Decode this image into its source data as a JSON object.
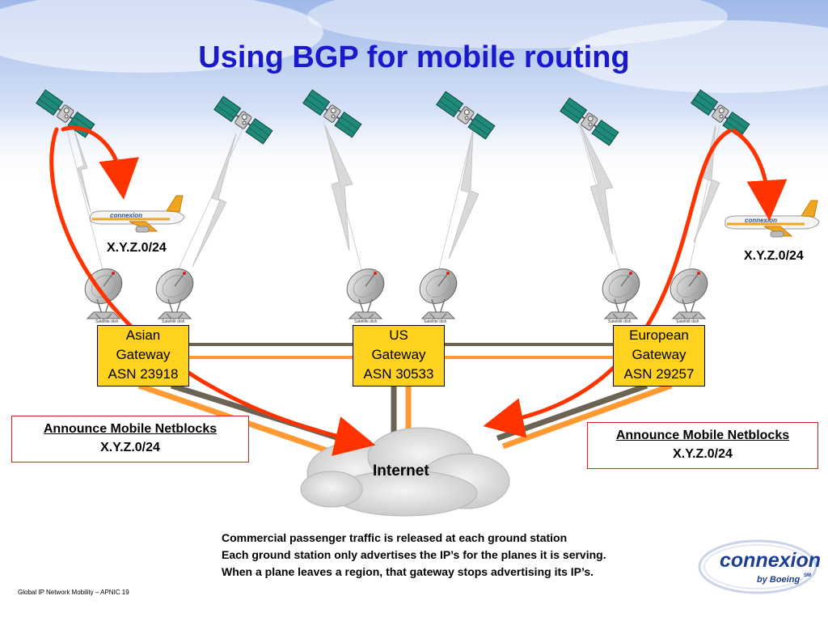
{
  "slide": {
    "title": "Using BGP for mobile routing",
    "footer": "Global IP Network Mobility – APNIC 19"
  },
  "gateways": [
    {
      "name": "Asian",
      "type": "Gateway",
      "asn": "ASN 23918"
    },
    {
      "name": "US",
      "type": "Gateway",
      "asn": "ASN 30533"
    },
    {
      "name": "European",
      "type": "Gateway",
      "asn": "ASN 29257"
    }
  ],
  "planes": [
    {
      "prefix": "X.Y.Z.0/24",
      "livery": "connexion"
    },
    {
      "prefix": "X.Y.Z.0/24",
      "livery": "connexion"
    }
  ],
  "announcements": [
    {
      "heading": "Announce Mobile Netblocks",
      "prefix": "X.Y.Z.0/24"
    },
    {
      "heading": "Announce Mobile Netblocks",
      "prefix": "X.Y.Z.0/24"
    }
  ],
  "internet_label": "Internet",
  "dish_label": "Satellite dish",
  "notes": [
    "Commercial passenger traffic is released at each ground station",
    "Each ground station only advertises the IP’s for the planes it is serving.",
    "When a plane leaves a region, that gateway stops advertising its IP’s."
  ],
  "logo": {
    "word": "connexion",
    "sub": "by Boeing",
    "mark": "SM"
  },
  "colors": {
    "title": "#1a1acc",
    "gateway_fill": "#ffd21f",
    "route_arrow": "#ff3300",
    "link_gray": "#6b6354",
    "link_orange": "#ff9a33",
    "announce_border": "#e0201c",
    "logo_blue": "#1d3f8f"
  }
}
